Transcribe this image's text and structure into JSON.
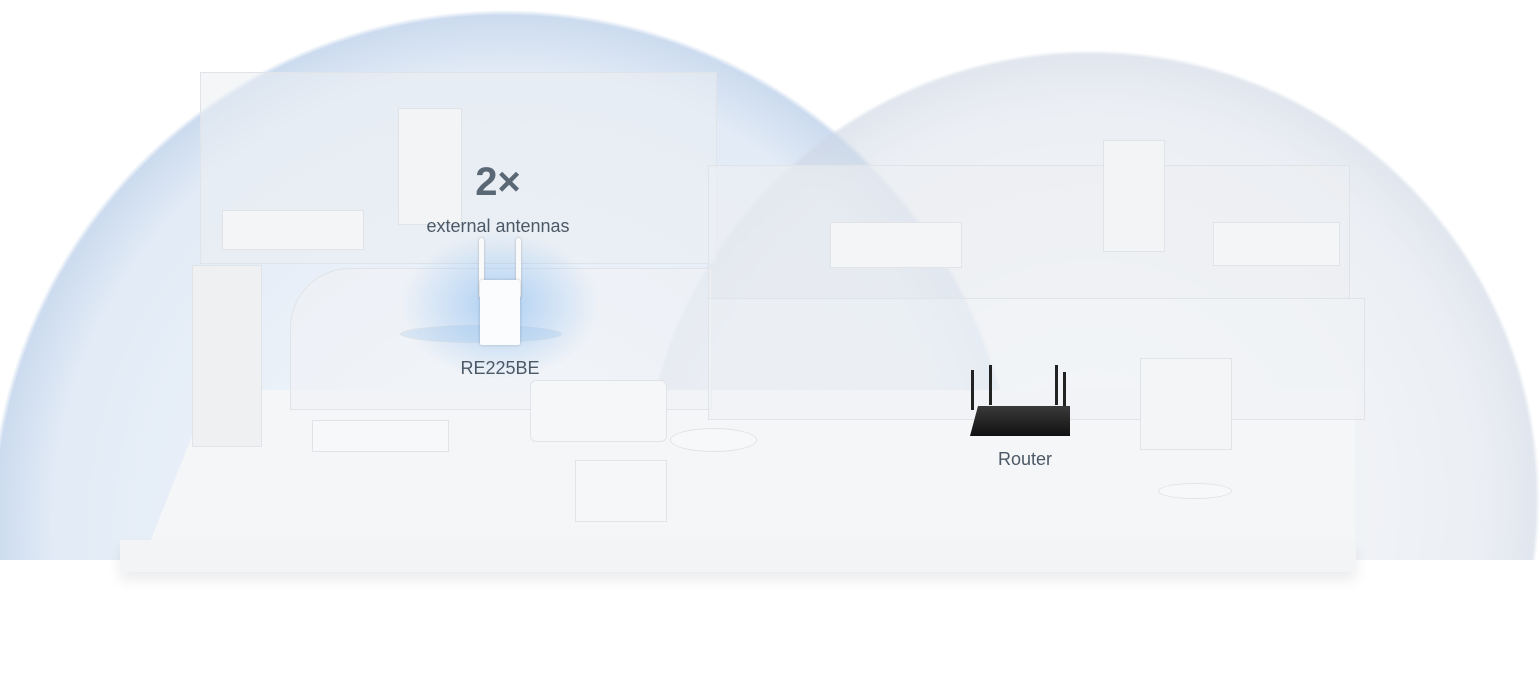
{
  "feature": {
    "count": "2×",
    "description": "external antennas"
  },
  "devices": {
    "extender": "RE225BE",
    "router": "Router"
  },
  "colors": {
    "text": "#4b5866",
    "coverage_left": "#b9cde8",
    "coverage_right": "#d3dae5"
  }
}
